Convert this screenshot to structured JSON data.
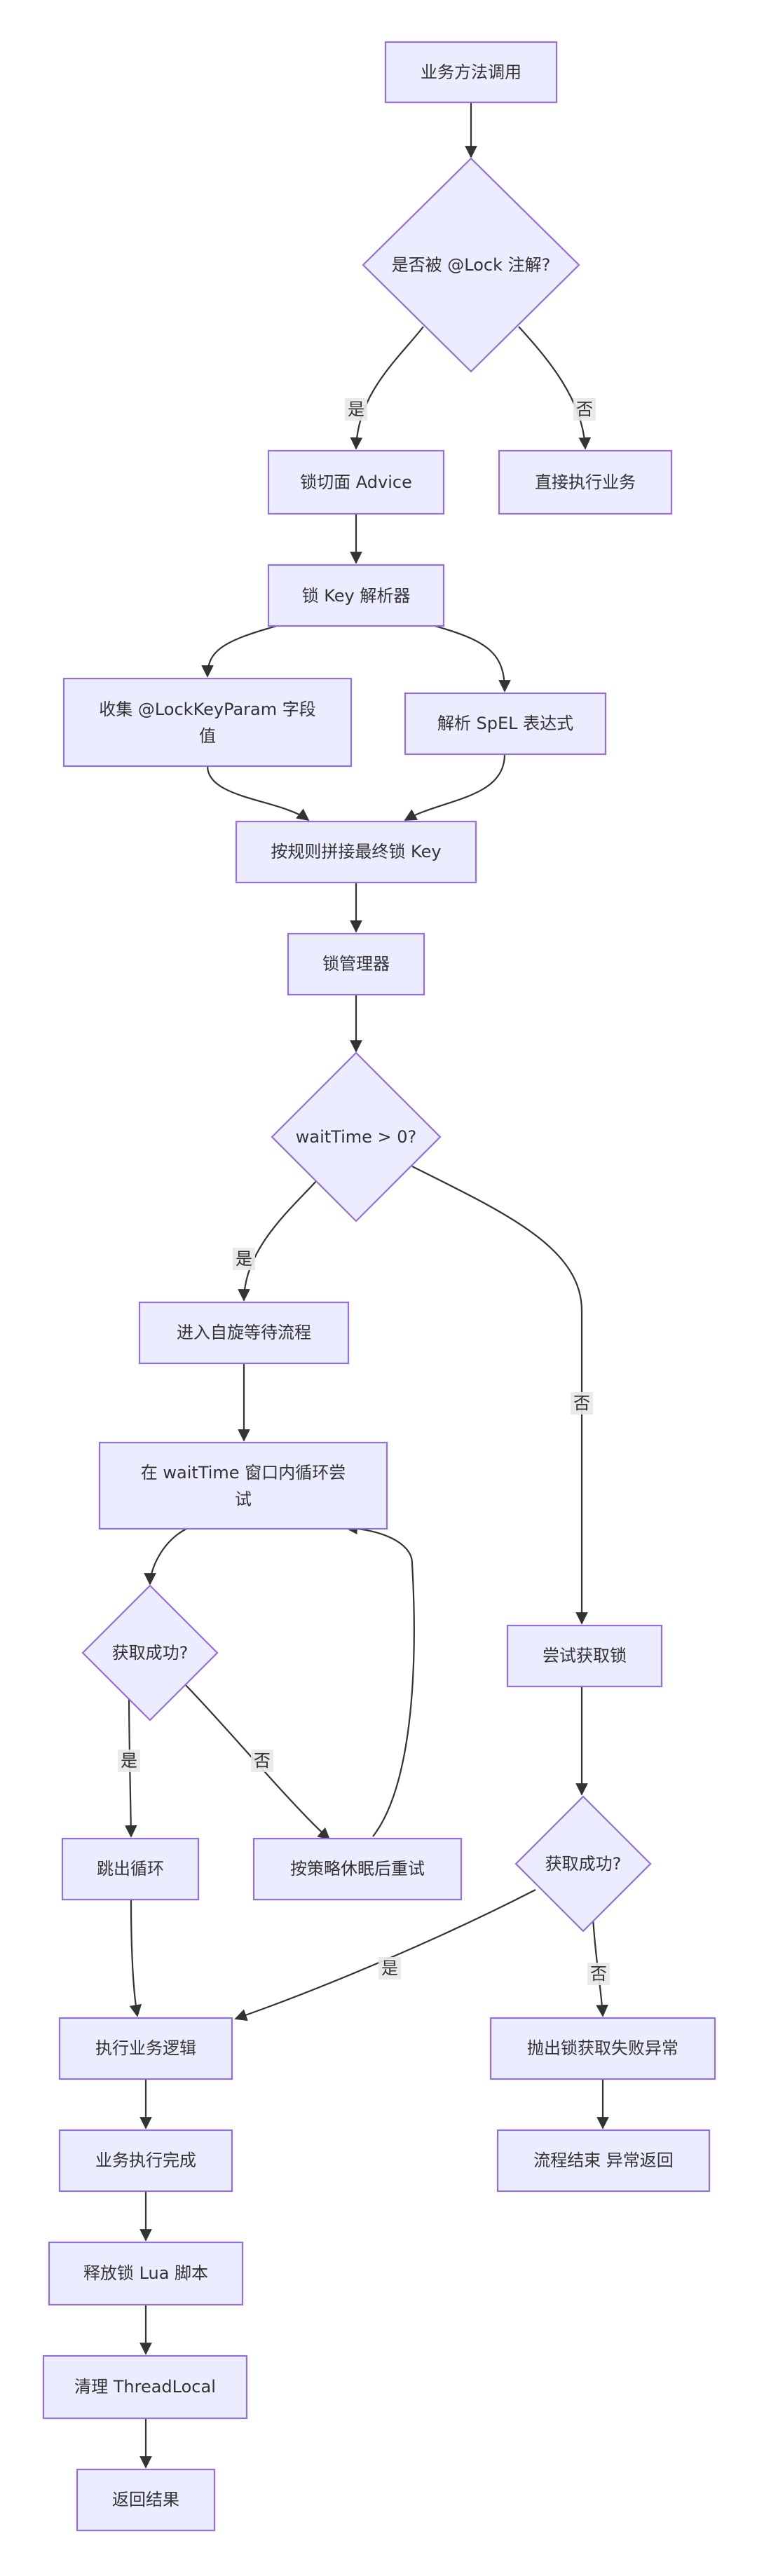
{
  "nodes": {
    "start": "业务方法调用",
    "check_lock": "是否被 @Lock 注解?",
    "lock_aspect": "锁切面 Advice",
    "direct_exec": "直接执行业务",
    "key_parser": "锁 Key 解析器",
    "collect_param_1": "收集 @LockKeyParam 字段",
    "collect_param_2": "值",
    "parse_spel": "解析 SpEL 表达式",
    "concat_key": "按规则拼接最终锁 Key",
    "lock_manager": "锁管理器",
    "wait_time": "waitTime > 0?",
    "spin_wait": "进入自旋等待流程",
    "loop_try_1": "在 waitTime 窗口内循环尝",
    "loop_try_2": "试",
    "acquired_left": "获取成功?",
    "try_acquire": "尝试获取锁",
    "break_loop": "跳出循环",
    "sleep_retry": "按策略休眠后重试",
    "acquired_right": "获取成功?",
    "exec_business": "执行业务逻辑",
    "throw_fail": "抛出锁获取失败异常",
    "business_done": "业务执行完成",
    "end_error": "流程结束 异常返回",
    "release_lua": "释放锁 Lua 脚本",
    "clear_tl": "清理 ThreadLocal",
    "return_result": "返回结果"
  },
  "edge_labels": {
    "yes": "是",
    "no": "否"
  },
  "colors": {
    "node_fill": "#ECECFF",
    "node_stroke": "#9370DB",
    "edge": "#333333",
    "text": "#333333"
  }
}
